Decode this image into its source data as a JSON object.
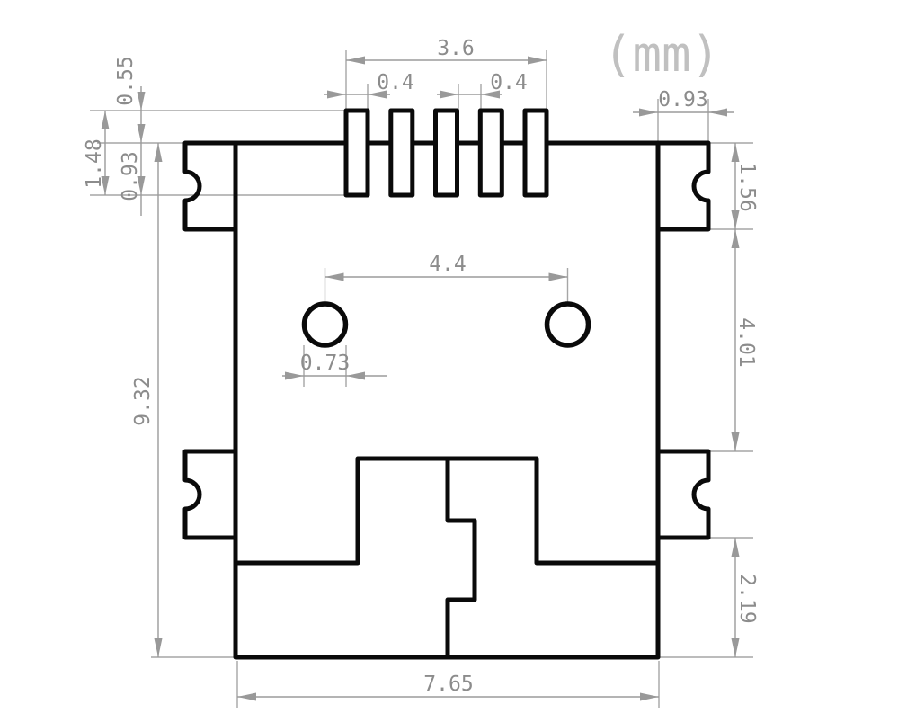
{
  "drawing": {
    "unit_label": "(mm)",
    "dimensions": {
      "pin_row_span": "3.6",
      "pin_width": "0.4",
      "pin_gap": "0.4",
      "pin_protrusion": "0.55",
      "pin_length": "1.48",
      "pin_inset": "0.93",
      "body_height": "9.32",
      "tab_width": "0.93",
      "tab_height": "1.56",
      "tab_spacing": "4.01",
      "bottom_strip_height": "2.19",
      "hole_spacing": "4.4",
      "hole_diameter": "0.73",
      "body_width": "7.65"
    },
    "colors": {
      "outline": "#0a0a0a",
      "dimension_lines": "#a6a6a6",
      "dimension_text": "#8c8c8c",
      "unit_text": "#c0c0c0",
      "background": "#ffffff"
    }
  }
}
